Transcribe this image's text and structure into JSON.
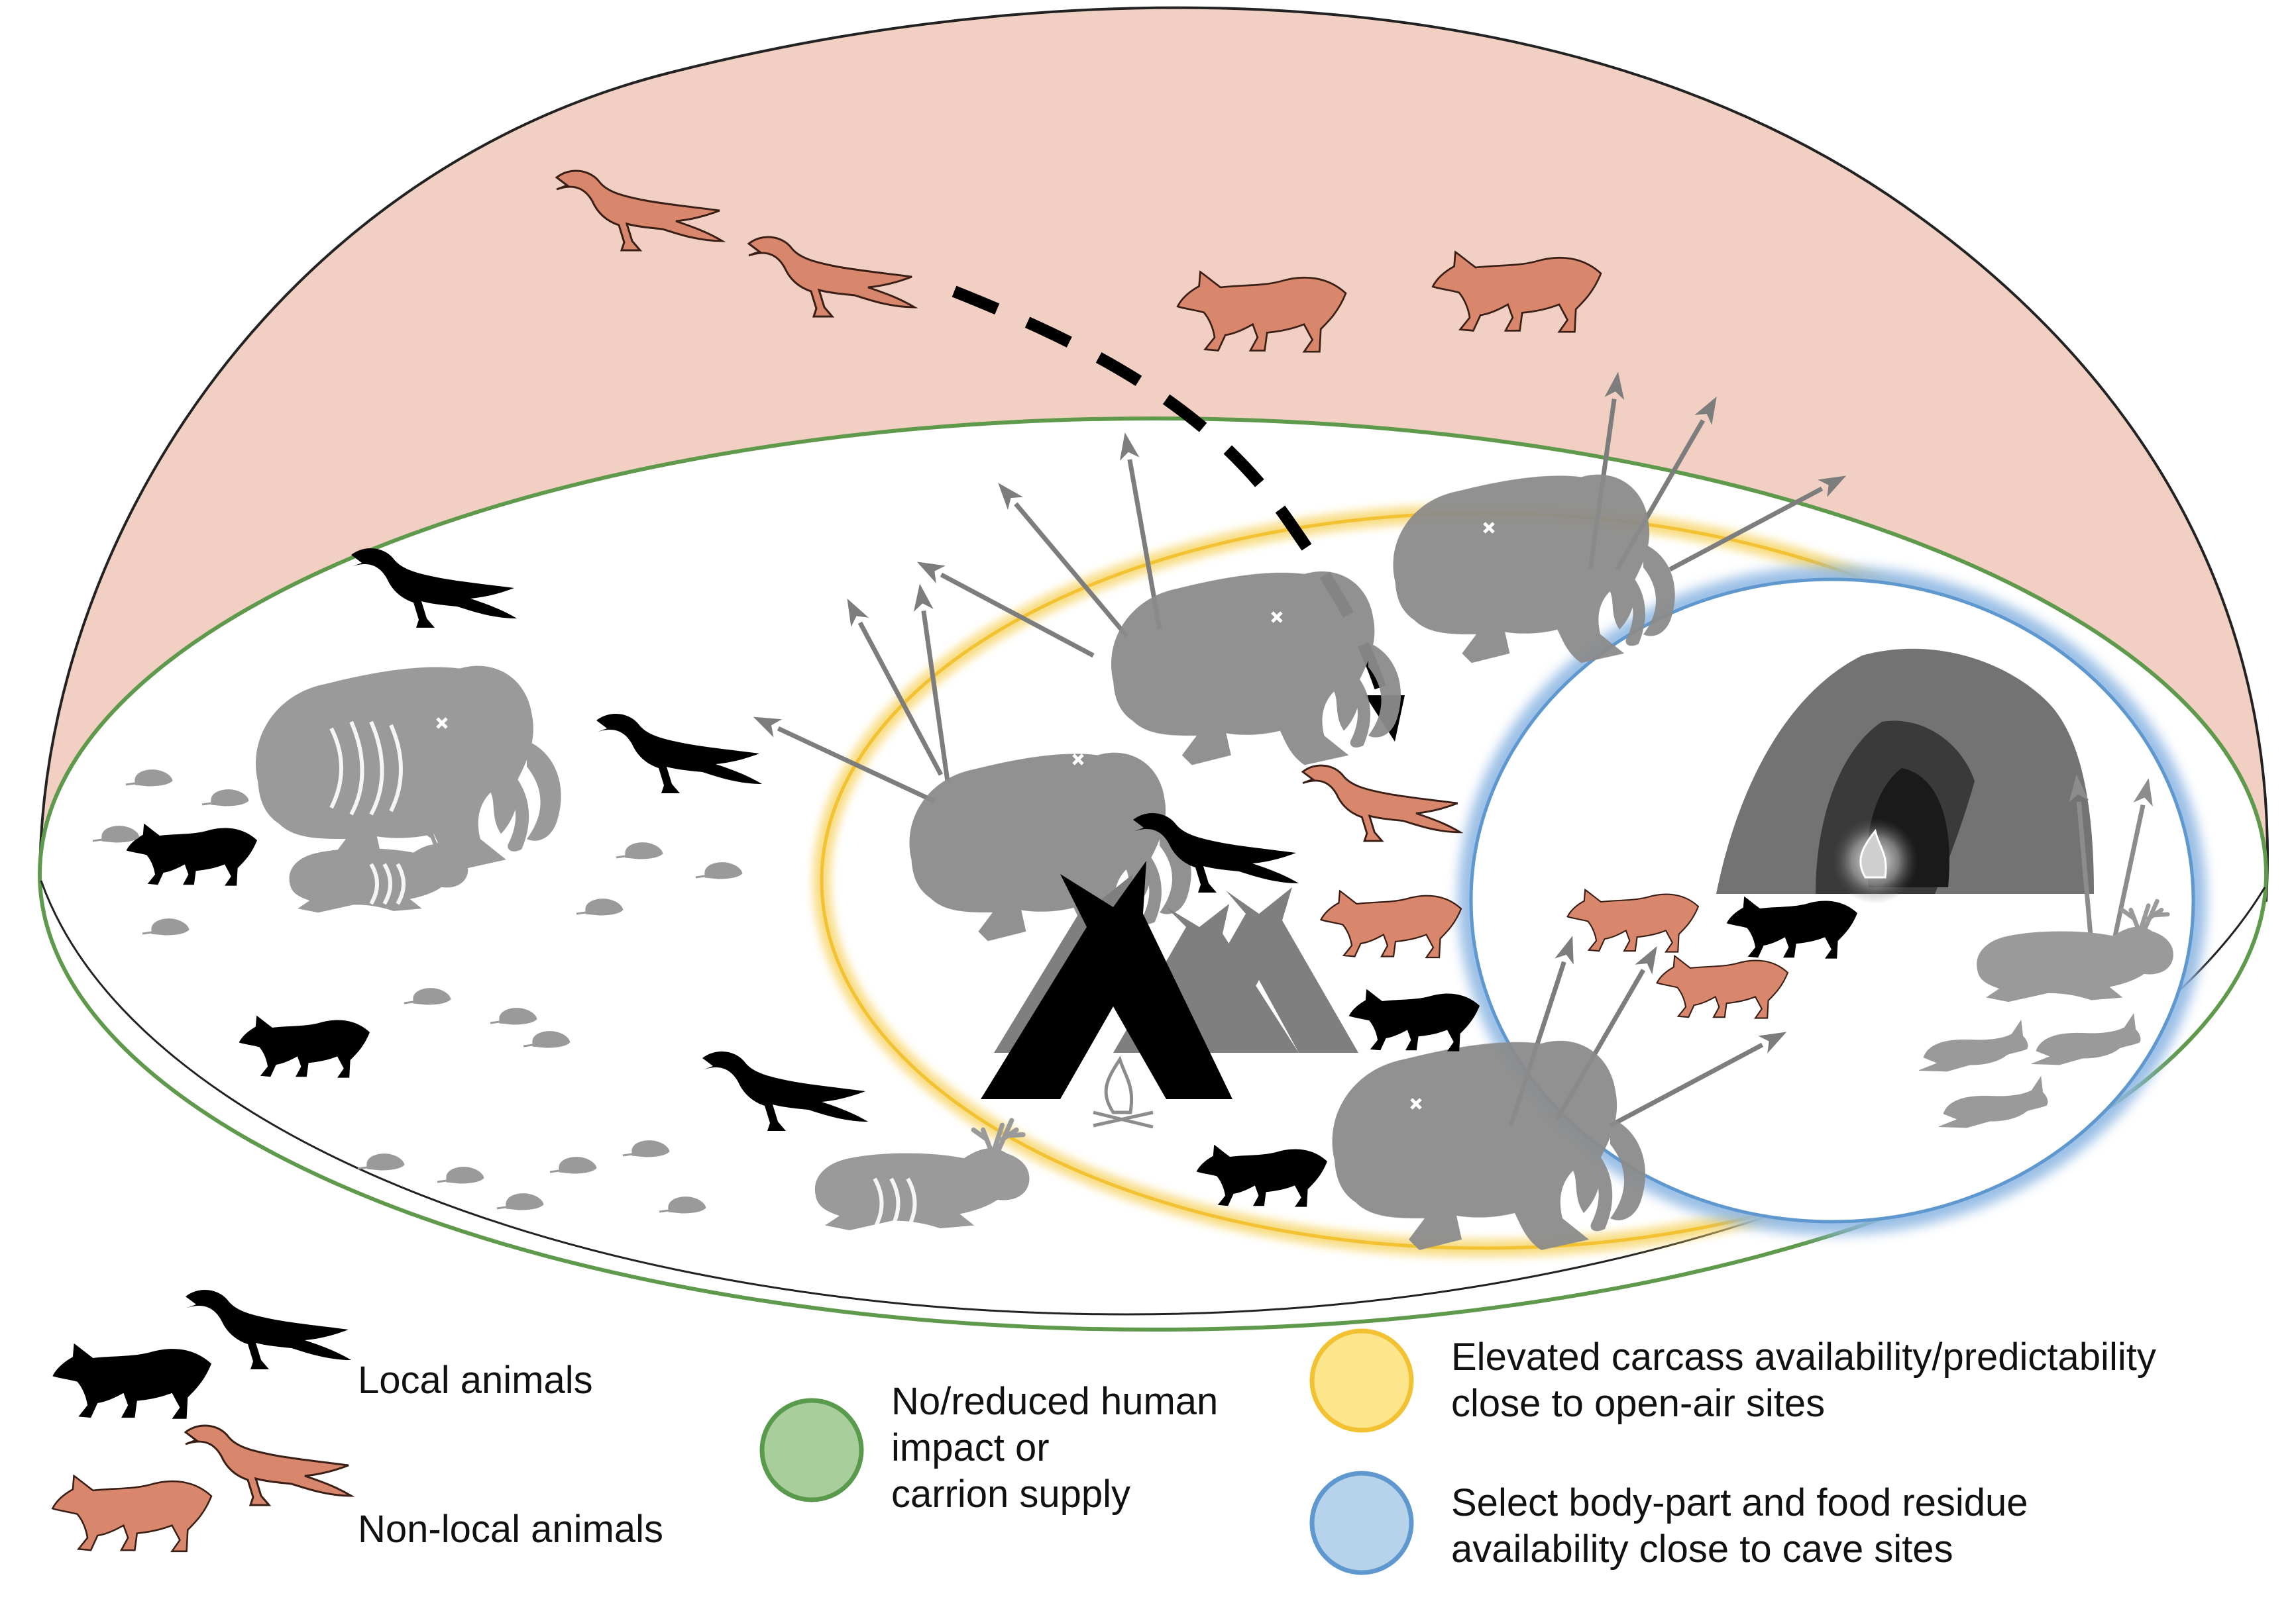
{
  "legend": {
    "local_animals": "Local animals",
    "non_local_animals": "Non-local animals",
    "green": {
      "lines": [
        "No/reduced human",
        "impact or",
        "carrion supply"
      ],
      "fill": "#a8cf9b",
      "stroke": "#5a9a4c"
    },
    "yellow": {
      "lines": [
        "Elevated carcass availability/predictability",
        "close to open-air sites"
      ],
      "fill": "#fde58b",
      "stroke": "#f2c232"
    },
    "blue": {
      "lines": [
        "Select body-part and food residue",
        "availability close to cave sites"
      ],
      "fill": "#b7d3ec",
      "stroke": "#5f97cf"
    }
  },
  "colors": {
    "outer_dome": "#f1d0c3",
    "local_animal": "#000000",
    "non_local_animal": "#d8876c",
    "carcass": "#8c8c8c",
    "tent_front": "#000000",
    "tent_back": "#7f7f7f",
    "cave": "#6e6e6e"
  },
  "icons": [
    "raven-icon",
    "fox-icon",
    "mammoth-carcass-icon",
    "reindeer-carcass-icon",
    "rodent-icon",
    "hare-carcass-icon",
    "tent-icon",
    "campfire-icon",
    "cave-icon",
    "cave-fire-icon",
    "arrow-icon"
  ]
}
